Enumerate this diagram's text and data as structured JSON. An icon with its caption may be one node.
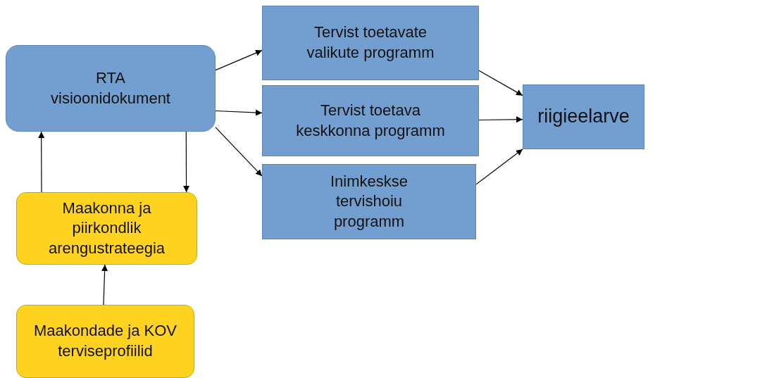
{
  "diagram": {
    "nodes": [
      {
        "text": [
          "RTA visioonidokument"
        ]
      },
      {
        "text": [
          "Tervist toetavate valikute programm"
        ]
      },
      {
        "text": [
          "Tervist toetava keskkonna programm"
        ]
      },
      {
        "text": [
          "Inimkeskse tervishoiu programm"
        ]
      },
      {
        "text": [
          "riigieelarve"
        ]
      },
      {
        "text": [
          "Maakonna ja piirkondlik arengustrateegia"
        ]
      },
      {
        "text": [
          "Maakondade ja KOV terviseprofiilid"
        ]
      }
    ],
    "edges": [
      {
        "from": 0,
        "to": 1,
        "arrow": "to"
      },
      {
        "from": 0,
        "to": 2,
        "arrow": "to"
      },
      {
        "from": 0,
        "to": 3,
        "arrow": "to"
      },
      {
        "from": 1,
        "to": 4,
        "arrow": "to"
      },
      {
        "from": 2,
        "to": 4,
        "arrow": "to"
      },
      {
        "from": 3,
        "to": 4,
        "arrow": "to"
      },
      {
        "from": 5,
        "to": 0,
        "arrow": "to"
      },
      {
        "from": 0,
        "to": 5,
        "arrow": "to"
      },
      {
        "from": 6,
        "to": 5,
        "arrow": "to"
      }
    ]
  }
}
